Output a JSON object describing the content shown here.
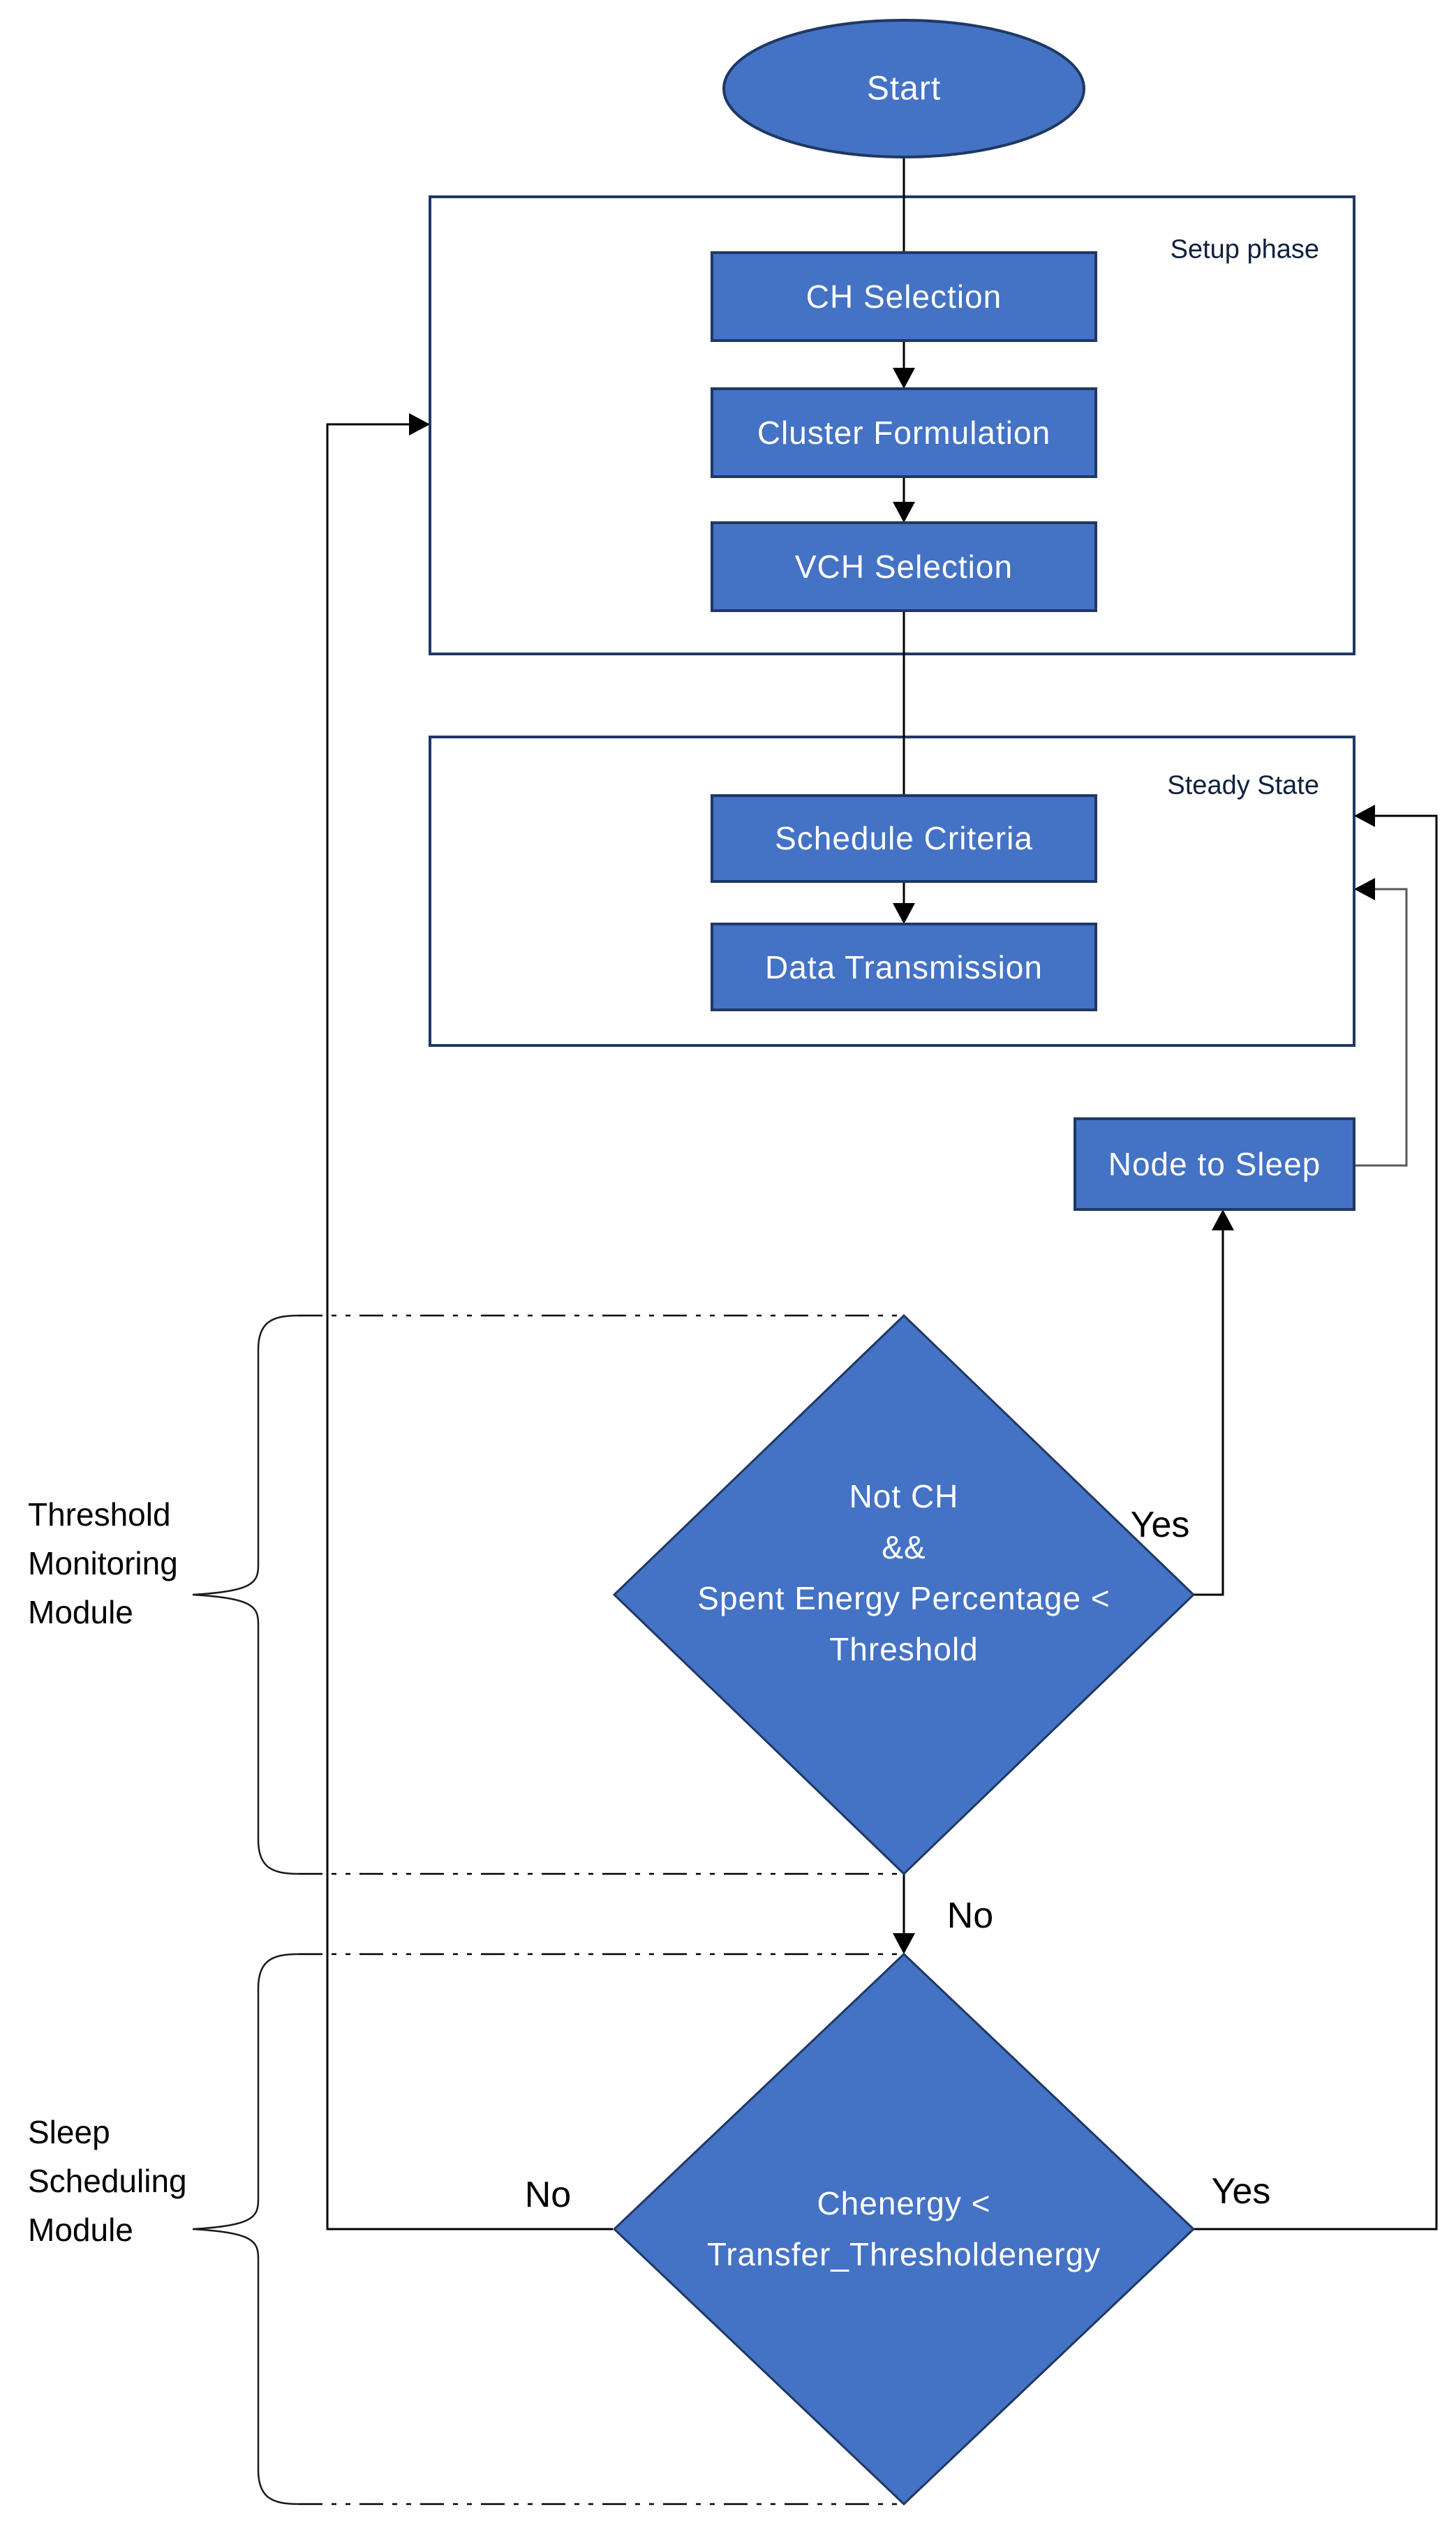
{
  "colors": {
    "shape_fill": "#4472C4",
    "shape_border": "#1F3864",
    "container_border": "#203864",
    "flow_line": "#000000",
    "loop_line": "#595959",
    "label_text": "#000000",
    "shape_text": "#FFFFFF"
  },
  "start": {
    "label": "Start"
  },
  "setup_phase": {
    "title": "Setup phase",
    "steps": [
      "CH Selection",
      "Cluster Formulation",
      "VCH Selection"
    ]
  },
  "steady_state": {
    "title": "Steady State",
    "steps": [
      "Schedule Criteria",
      "Data Transmission"
    ]
  },
  "node_to_sleep": {
    "label": "Node to Sleep"
  },
  "decision1": {
    "line1": "Not CH",
    "line2": "&&",
    "line3": "Spent Energy Percentage <",
    "line4": "Threshold",
    "yes": "Yes",
    "no": "No"
  },
  "decision2": {
    "line1": "Chenergy <",
    "line2": "Transfer_Thresholdenergy",
    "yes": "Yes",
    "no": "No"
  },
  "module1": {
    "line1": "Threshold",
    "line2": "Monitoring",
    "line3": "Module"
  },
  "module2": {
    "line1": "Sleep",
    "line2": "Scheduling",
    "line3": "Module"
  }
}
